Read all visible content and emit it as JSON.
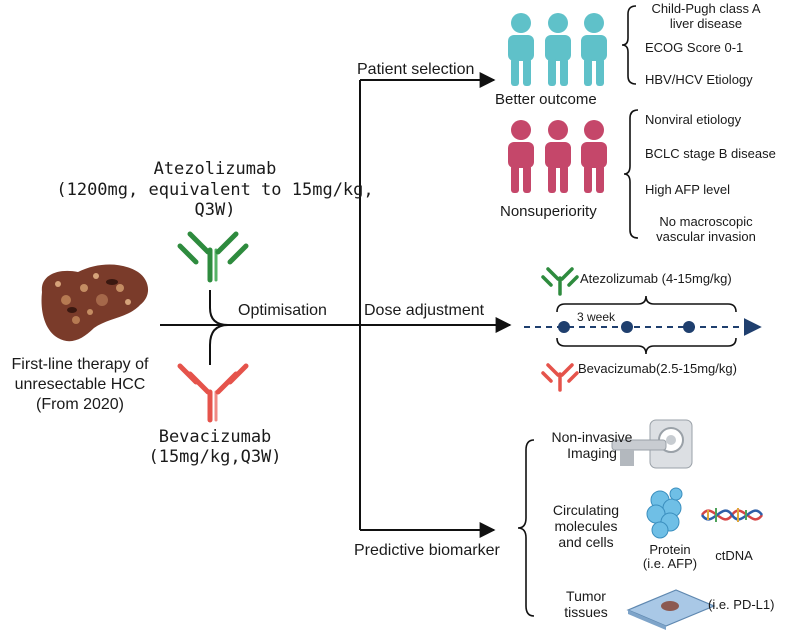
{
  "left": {
    "atezo_name": "Atezolizumab",
    "atezo_dose_line1": "(1200mg, equivalent to 15mg/kg,",
    "atezo_dose_line2": "Q3W)",
    "hcc_line1": "First-line therapy of",
    "hcc_line2": "unresectable HCC",
    "hcc_line3": "(From 2020)",
    "beva_name": "Bevacizumab",
    "beva_dose": "(15mg/kg,Q3W)",
    "optimisation": "Optimisation"
  },
  "branches": {
    "patient_selection": "Patient selection",
    "dose_adjustment": "Dose adjustment",
    "predictive_biomarker": "Predictive biomarker"
  },
  "patient": {
    "better_outcome": "Better outcome",
    "nonsuperiority": "Nonsuperiority",
    "better_items": [
      "Child-Pugh class A",
      "liver disease",
      "ECOG Score 0-1",
      "HBV/HCV Etiology"
    ],
    "non_items": [
      "Nonviral etiology",
      "BCLC stage B disease",
      "High AFP level",
      "No macroscopic",
      "vascular invasion"
    ]
  },
  "dose": {
    "atezo": "Atezolizumab (4-15mg/kg)",
    "beva": "Bevacizumab(2.5-15mg/kg)",
    "interval": "3 week"
  },
  "biomarker": {
    "imaging_line1": "Non-invasive",
    "imaging_line2": "Imaging",
    "circ_line1": "Circulating",
    "circ_line2": "molecules",
    "circ_line3": "and cells",
    "protein_line1": "Protein",
    "protein_line2": "(i.e. AFP)",
    "ctdna": "ctDNA",
    "tumor_line1": "Tumor",
    "tumor_line2": "tissues",
    "pdl1": "(i.e. PD-L1)"
  },
  "colors": {
    "teal": "#5fc1c9",
    "crimson": "#c5476a",
    "green": "#2e8b3e",
    "red": "#e5534b",
    "navy": "#1f3f6e",
    "liver": "#7a3b2a",
    "protein": "#6fbfe6"
  }
}
